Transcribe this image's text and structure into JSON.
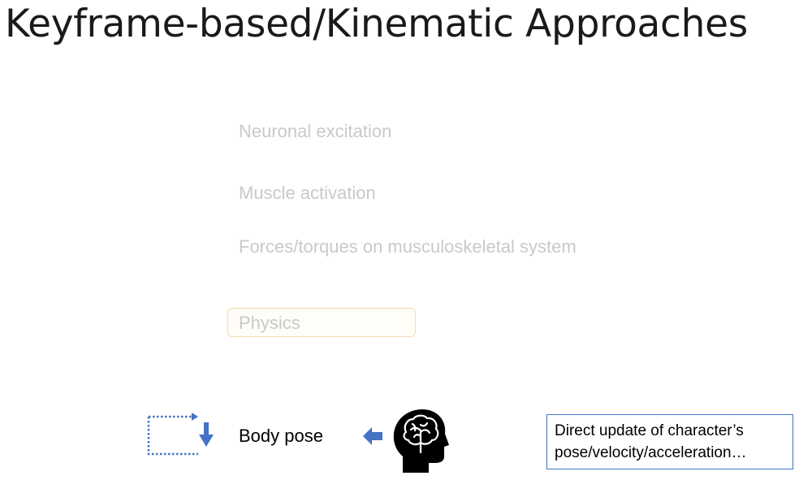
{
  "slide": {
    "title": "Keyframe-based/Kinematic Approaches",
    "faded_items": [
      "Neuronal excitation",
      "Muscle activation",
      "Forces/torques on musculoskeletal system"
    ],
    "physics_label": "Physics",
    "body_pose_label": "Body pose",
    "note_lines": [
      "Direct update of character’s",
      "pose/velocity/acceleration…"
    ]
  },
  "icons": {
    "loop": "dotted-loop-arrow-icon",
    "arrow": "left-arrow-icon",
    "head": "brain-head-icon"
  },
  "colors": {
    "accent_blue": "#4472c4",
    "faded_text": "#c9c9c9",
    "physics_border": "#f5dcb0"
  }
}
